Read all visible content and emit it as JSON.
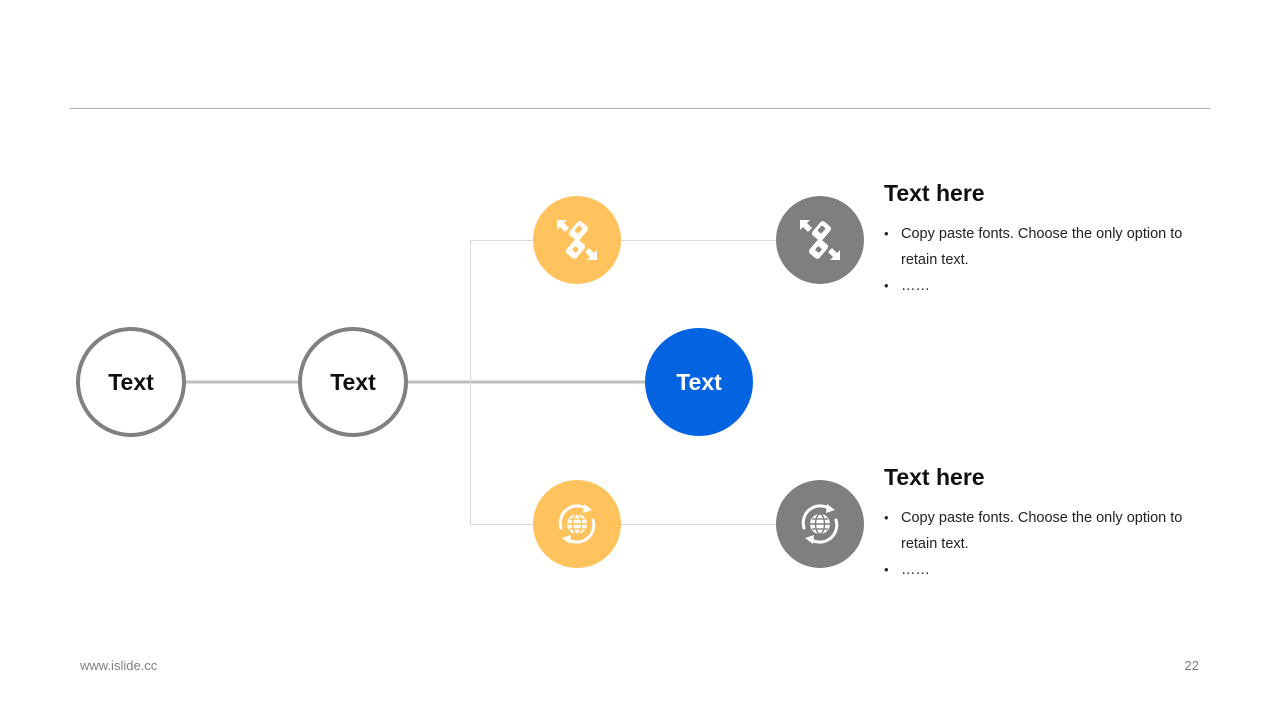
{
  "colors": {
    "accent_blue": "#0363e1",
    "accent_yellow": "#ffc25d",
    "neutral_gray": "#7f7f7f",
    "outline_gray": "#808080"
  },
  "nodes": {
    "first": "Text",
    "second": "Text",
    "center": "Text"
  },
  "icons": {
    "top_yellow": "seatbelt-buckle-icon",
    "top_gray": "seatbelt-buckle-icon",
    "bottom_yellow": "globe-refresh-icon",
    "bottom_gray": "globe-refresh-icon"
  },
  "blocks": [
    {
      "title": "Text here",
      "bullets": [
        "Copy paste fonts. Choose the only option to retain text.",
        "……"
      ]
    },
    {
      "title": "Text here",
      "bullets": [
        "Copy paste fonts. Choose the only option to retain text.",
        "……"
      ]
    }
  ],
  "footer": {
    "url": "www.islide.cc",
    "page_number": "22"
  }
}
